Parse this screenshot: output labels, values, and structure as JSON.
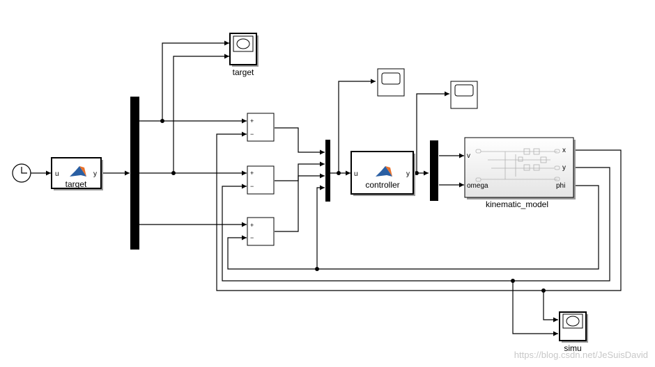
{
  "blocks": {
    "clock": {},
    "target_func": {
      "label": "target",
      "in_port": "u",
      "out_port": "y"
    },
    "target_scope": {
      "label": "target"
    },
    "sum1": {
      "plus": "+",
      "minus": "−"
    },
    "sum2": {
      "plus": "+",
      "minus": "−"
    },
    "sum3": {
      "plus": "+",
      "minus": "−"
    },
    "controller": {
      "label": "controller",
      "in_port": "u",
      "out_port": "y"
    },
    "kinematic_model": {
      "label": "kinematic_model",
      "inputs": [
        "v",
        "omega"
      ],
      "outputs": [
        "x",
        "y",
        "phi"
      ]
    },
    "simu_scope": {
      "label": "simu"
    }
  },
  "watermark": "https://blog.csdn.net/JeSuisDavid",
  "colors": {
    "background": "#ffffff",
    "wire": "#000000",
    "bar": "#000000",
    "watermark": "#c8c8c8"
  },
  "icons": {
    "matlab_function": "matlab-logo-icon",
    "scope": "scope-screen-icon",
    "clock": "clock-icon"
  }
}
